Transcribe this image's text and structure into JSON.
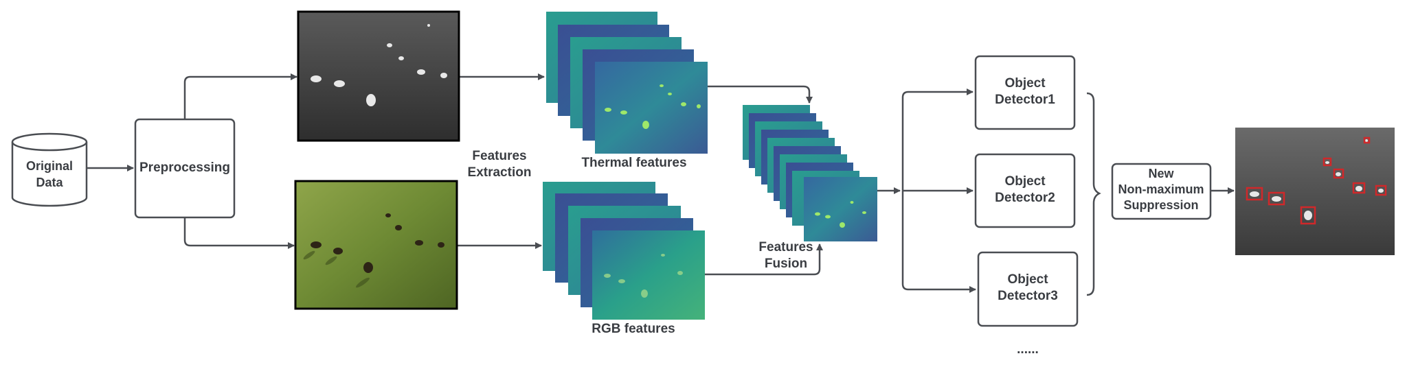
{
  "nodes": {
    "original_data": {
      "line1": "Original",
      "line2": "Data"
    },
    "preprocessing": {
      "label": "Preprocessing"
    },
    "features_extraction": {
      "line1": "Features",
      "line2": "Extraction"
    },
    "thermal_features": {
      "label": "Thermal features"
    },
    "rgb_features": {
      "label": "RGB features"
    },
    "features_fusion": {
      "line1": "Features",
      "line2": "Fusion"
    },
    "detector1": {
      "line1": "Object",
      "line2": "Detector1"
    },
    "detector2": {
      "line1": "Object",
      "line2": "Detector2"
    },
    "detector3": {
      "line1": "Object",
      "line2": "Detector3"
    },
    "more_detectors": {
      "label": "......"
    },
    "nms": {
      "line1": "New",
      "line2": "Non-maximum",
      "line3": "Suppression"
    }
  },
  "colors": {
    "stroke": "#4a4d52",
    "text": "#3a3d42",
    "detection_box": "#d0282a",
    "feature_teal": "#27a08e",
    "feature_blue": "#31568f",
    "feature_green": "#3fb873"
  }
}
